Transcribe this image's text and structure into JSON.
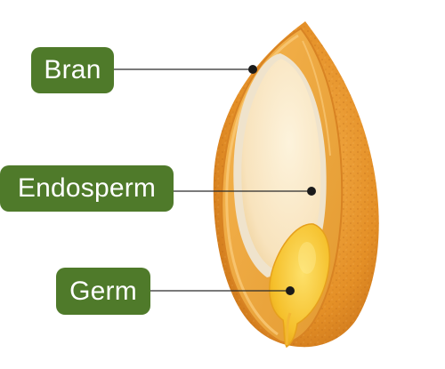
{
  "diagram": {
    "labels": [
      {
        "id": "bran",
        "text": "Bran"
      },
      {
        "id": "endosperm",
        "text": "Endosperm"
      },
      {
        "id": "germ",
        "text": "Germ"
      }
    ]
  },
  "colors": {
    "label_background": "#4f7a2a",
    "label_text": "#ffffff",
    "leader_line": "#2b2b2b",
    "bran_outer": "#e79a2f",
    "bran_inner": "#f0b04a",
    "endosperm": "#fbeac8",
    "germ": "#f6c531"
  }
}
